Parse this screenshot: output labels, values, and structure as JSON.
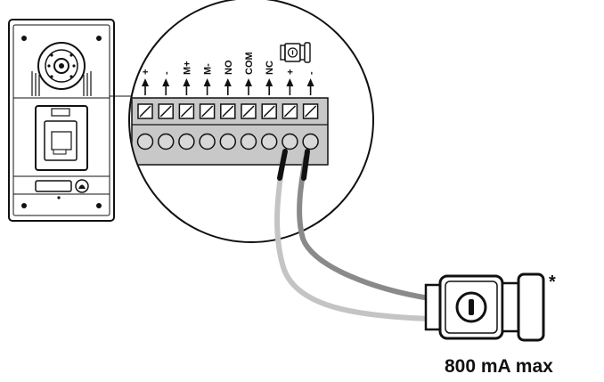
{
  "terminals": [
    {
      "label": "+"
    },
    {
      "label": "-"
    },
    {
      "label": "M+"
    },
    {
      "label": "M-"
    },
    {
      "label": "NO"
    },
    {
      "label": "COM"
    },
    {
      "label": "NC"
    },
    {
      "label": "+"
    },
    {
      "label": "-"
    }
  ],
  "lock": {
    "max_current_label": "800 mA max",
    "footnote_mark": "*",
    "icon": "electric-lock-icon"
  },
  "colors": {
    "wire_dark": "#8a8a8a",
    "wire_light": "#c4c4c4",
    "outline": "#111111",
    "terminal_block": "#c8c8c8"
  },
  "panel_icon": "door-intercom-panel-icon"
}
